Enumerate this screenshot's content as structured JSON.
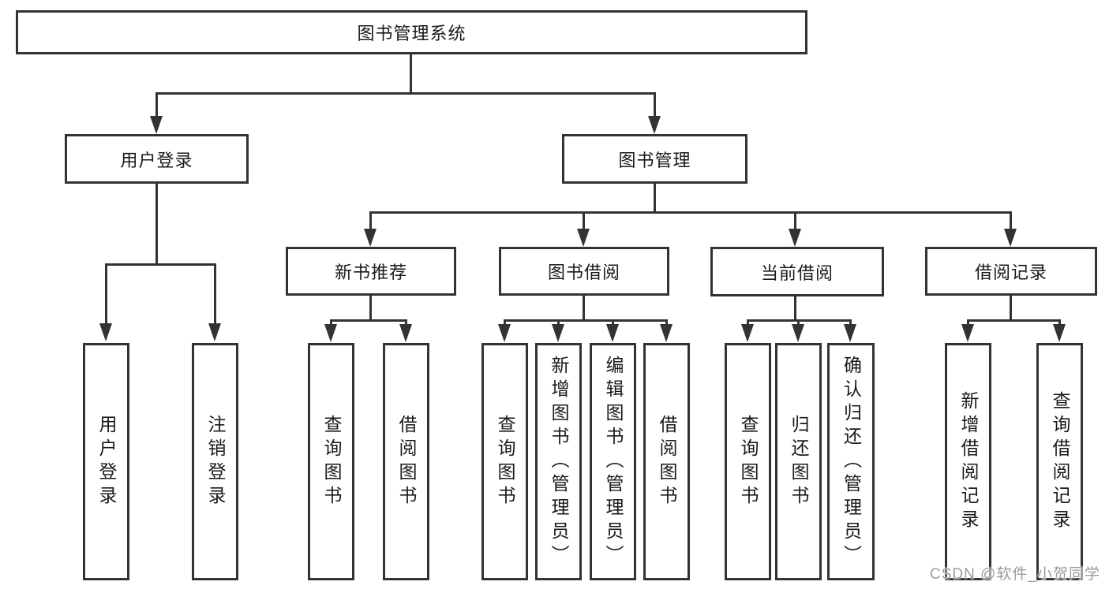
{
  "diagram": {
    "title": "图书管理系统",
    "root": {
      "label": "图书管理系统"
    },
    "level2": [
      {
        "id": "user-login",
        "label": "用户登录"
      },
      {
        "id": "book-management",
        "label": "图书管理"
      }
    ],
    "level3": [
      {
        "id": "new-book-recommend",
        "label": "新书推荐"
      },
      {
        "id": "book-borrow",
        "label": "图书借阅"
      },
      {
        "id": "current-borrow",
        "label": "当前借阅"
      },
      {
        "id": "borrow-records",
        "label": "借阅记录"
      }
    ],
    "leaves": {
      "user_login": [
        "用户登录",
        "注销登录"
      ],
      "new_books": [
        "查询图书",
        "借阅图书"
      ],
      "book_borrow": [
        "查询图书",
        "新增图书（管理员）",
        "编辑图书（管理员）",
        "借阅图书"
      ],
      "current_borrow": [
        "查询图书",
        "归还图书",
        "确认归还（管理员）"
      ],
      "borrow_records": [
        "新增借阅记录",
        "查询借阅记录"
      ]
    }
  },
  "watermark": "CSDN @软件_小贺同学",
  "colors": {
    "line": "#333333",
    "box_border": "#333333",
    "text": "#1a1a1a",
    "watermark": "#9b9b9b",
    "background": "#ffffff"
  }
}
